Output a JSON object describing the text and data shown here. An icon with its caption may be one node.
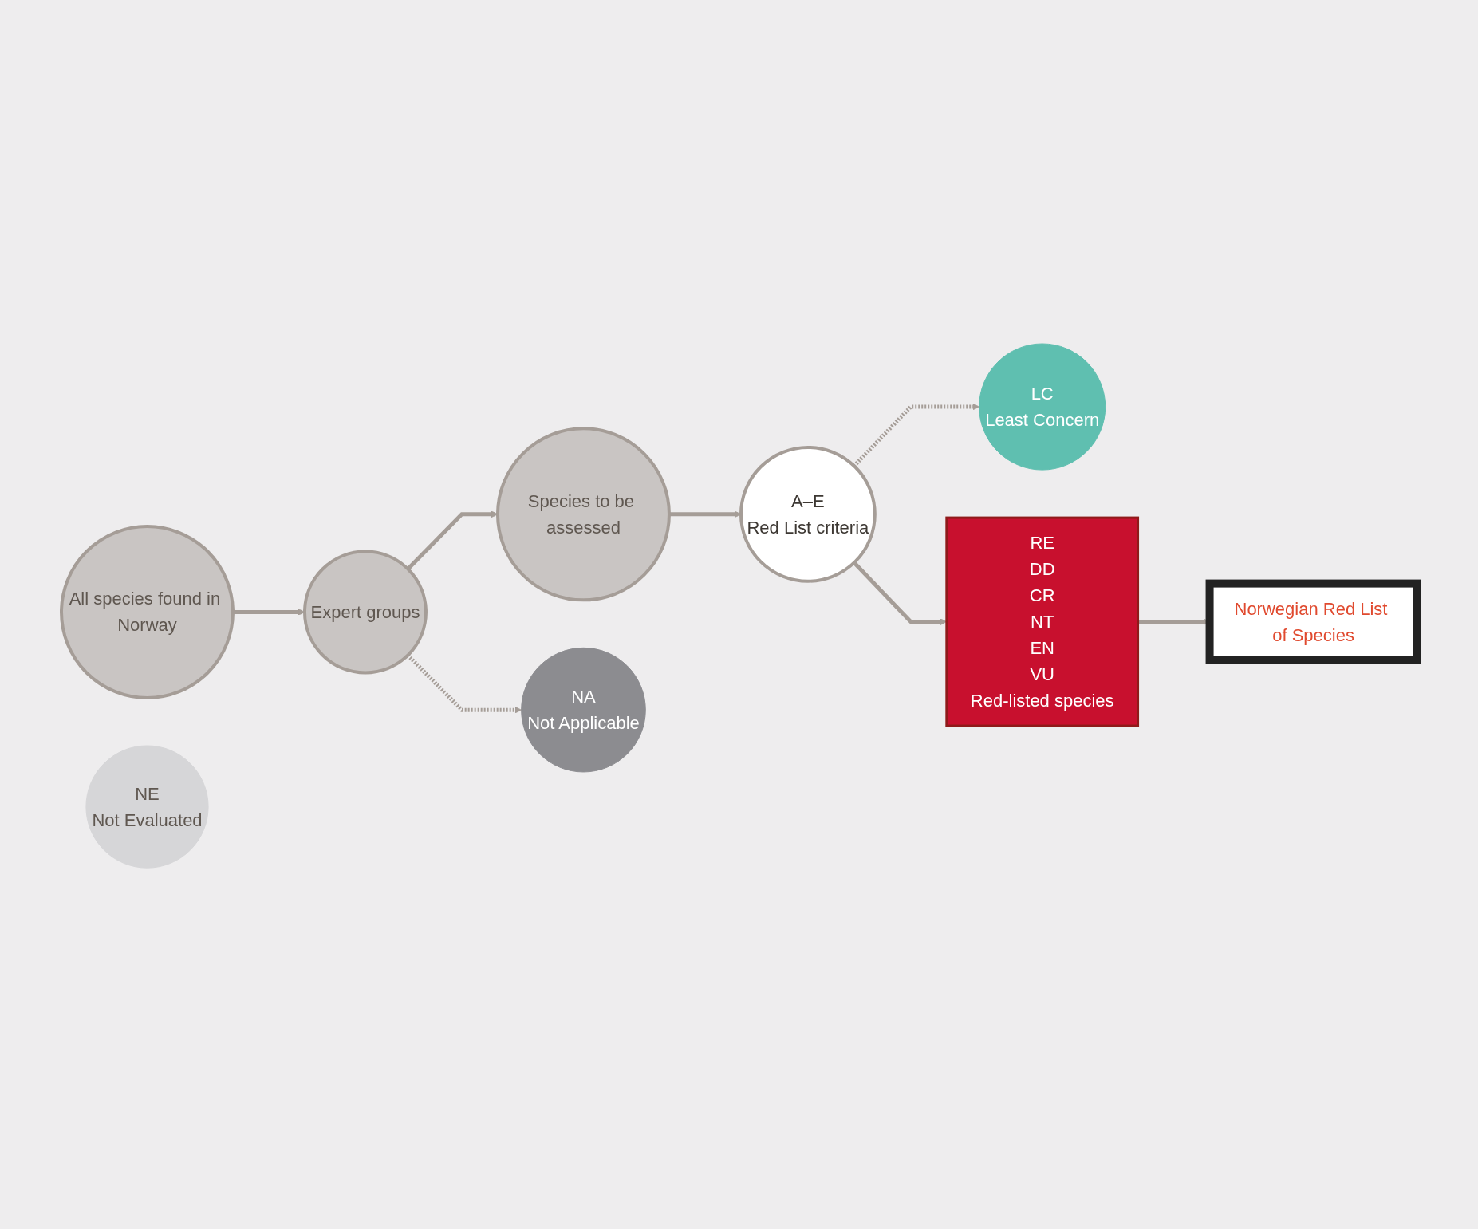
{
  "diagram": {
    "nodes": [
      {
        "text": [
          "All species found in Norway"
        ]
      },
      {
        "text": [
          "Expert groups"
        ]
      },
      {
        "text": [
          "Species to be assessed"
        ]
      },
      {
        "text": [
          "NA",
          "Not Applicable"
        ]
      },
      {
        "text": [
          "NE",
          "Not Evaluated"
        ]
      },
      {
        "text": [
          "A–E",
          "Red List criteria"
        ]
      },
      {
        "text": [
          "LC",
          "Least Concern"
        ]
      },
      {
        "text": [
          "RE",
          "DD",
          "CR",
          "NT",
          "EN",
          "VU",
          "Red-listed species"
        ]
      },
      {
        "text": [
          "Norwegian Red List of Species"
        ]
      }
    ],
    "edges": [
      {
        "from": 0,
        "to": 1,
        "arrow": "to"
      },
      {
        "from": 1,
        "to": 2,
        "arrow": "to"
      },
      {
        "from": 1,
        "to": 3,
        "arrow": "to",
        "style": "dashed"
      },
      {
        "from": 2,
        "to": 5,
        "arrow": "to"
      },
      {
        "from": 5,
        "to": 6,
        "arrow": "to",
        "style": "dashed"
      },
      {
        "from": 5,
        "to": 7,
        "arrow": "to"
      },
      {
        "from": 7,
        "to": 8,
        "arrow": "to"
      }
    ]
  }
}
